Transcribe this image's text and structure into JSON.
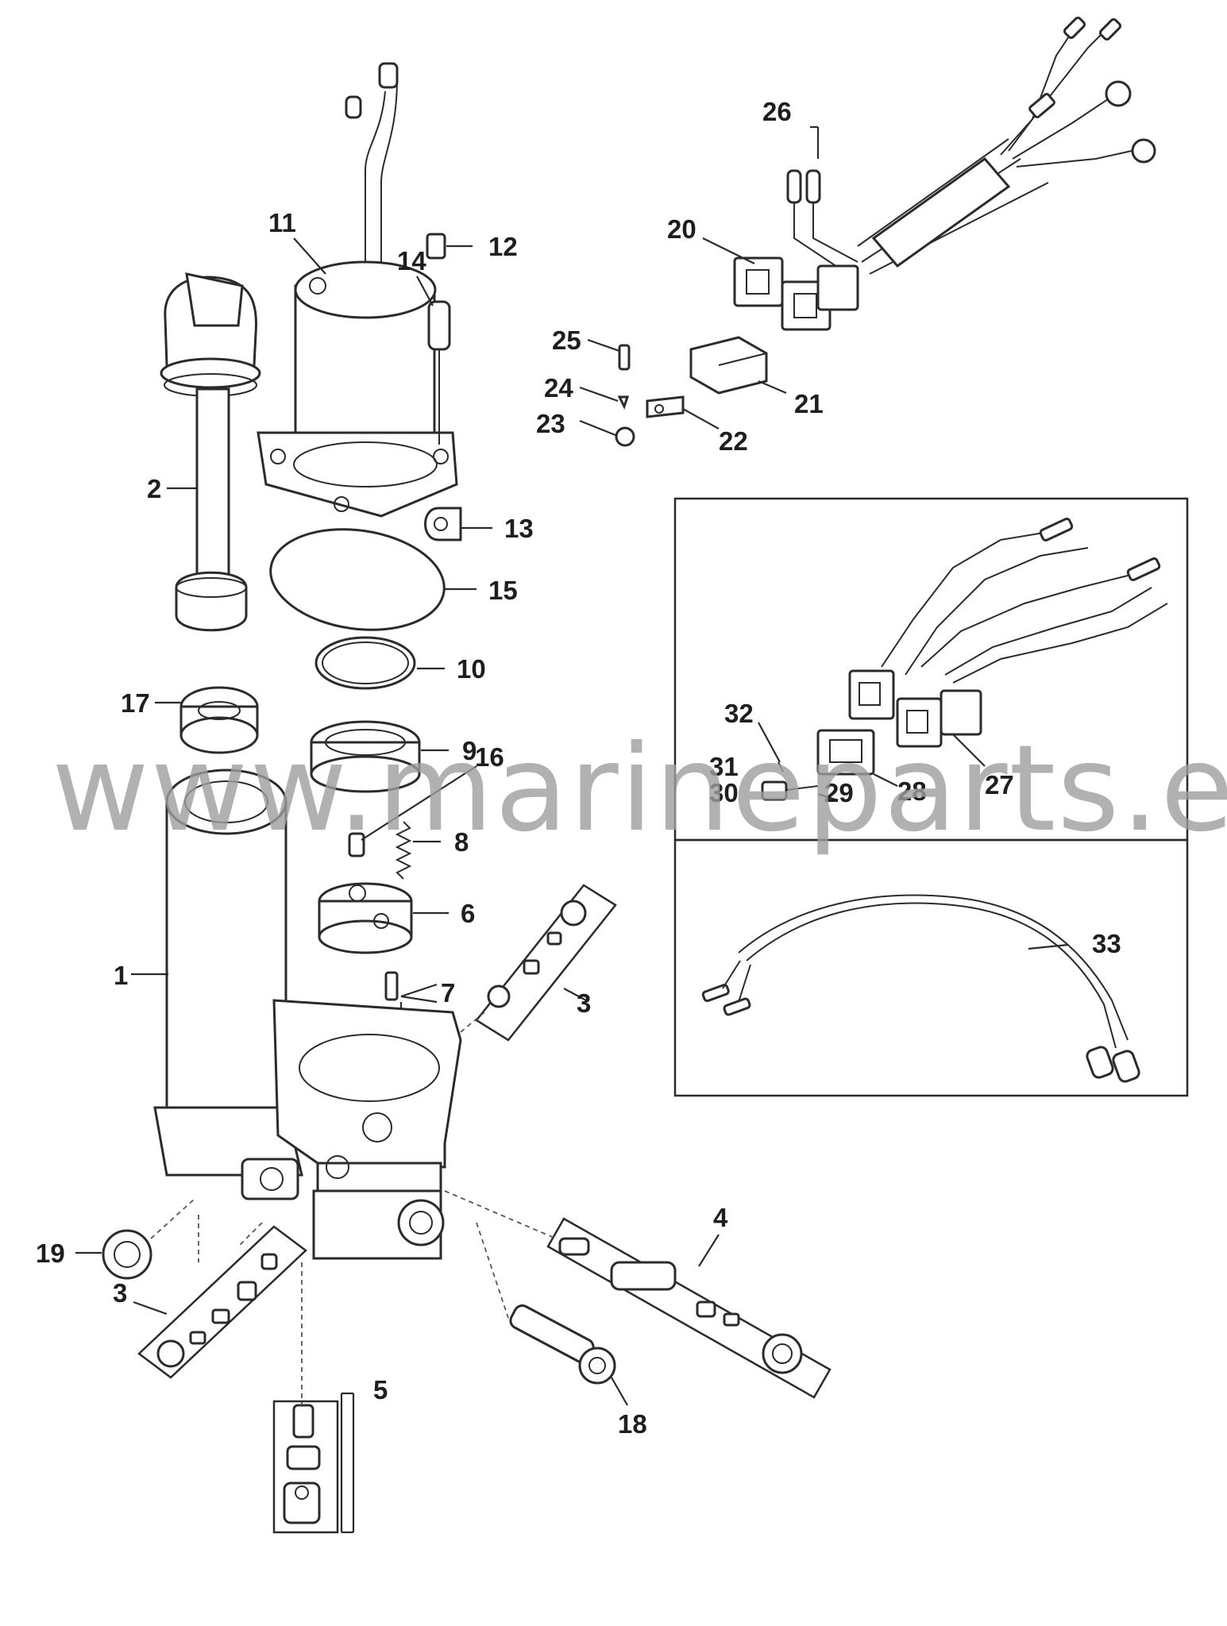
{
  "watermark": "www.marineparts.eu",
  "callouts": [
    "1",
    "2",
    "3",
    "3",
    "4",
    "5",
    "6",
    "7",
    "8",
    "9",
    "10",
    "11",
    "12",
    "13",
    "14",
    "15",
    "16",
    "17",
    "18",
    "19",
    "20",
    "21",
    "22",
    "23",
    "24",
    "25",
    "26",
    "27",
    "28",
    "29",
    "30",
    "31",
    "32",
    "33"
  ]
}
